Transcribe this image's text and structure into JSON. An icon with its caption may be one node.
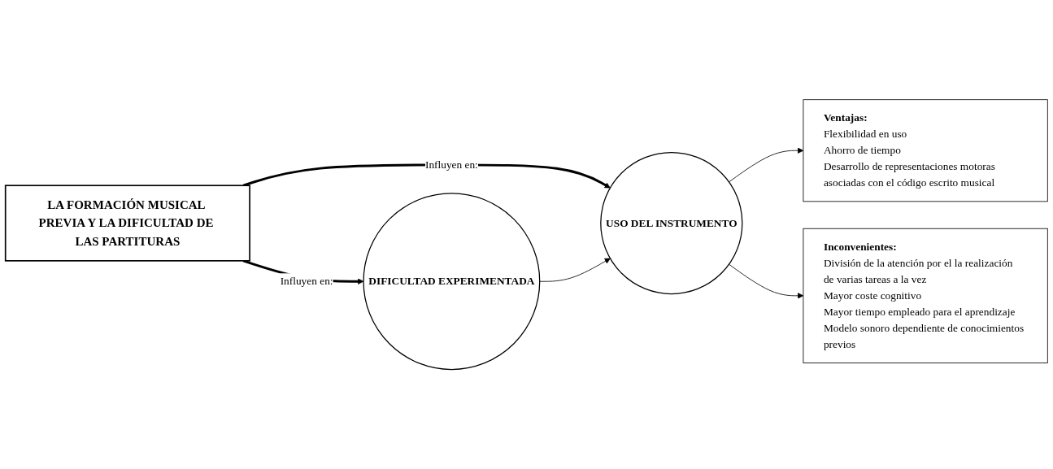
{
  "diagram": {
    "nodes": [
      {
        "text": [
          "LA FORMACIÓN MUSICAL PREVIA Y LA DIFICULTAD DE LAS PARTITURAS"
        ]
      },
      {
        "text": [
          "USO DEL INSTRUMENTO"
        ]
      },
      {
        "text": [
          "DIFICULTAD EXPERIMENTADA"
        ]
      },
      {
        "text": [
          "Ventajas:",
          "Flexibilidad en uso",
          "Ahorro de tiempo",
          "Desarrollo de representaciones motoras asociadas con el código escrito musical"
        ]
      },
      {
        "text": [
          "Inconvenientes:",
          "División de la atención por el la realización de varias tareas a la vez",
          "Mayor coste cognitivo",
          "Mayor tiempo empleado para el aprendizaje",
          "Modelo sonoro dependiente de conocimientos previos"
        ]
      }
    ],
    "edges": [
      {
        "from": 0,
        "to": 1,
        "arrow": "to",
        "label": "Influyen en:",
        "style": "thick"
      },
      {
        "from": 0,
        "to": 2,
        "arrow": "to",
        "label": "Influyen en:",
        "style": "thick"
      },
      {
        "from": 2,
        "to": 1,
        "arrow": "to"
      },
      {
        "from": 1,
        "to": 3,
        "arrow": "to"
      },
      {
        "from": 1,
        "to": 4,
        "arrow": "to"
      }
    ]
  }
}
